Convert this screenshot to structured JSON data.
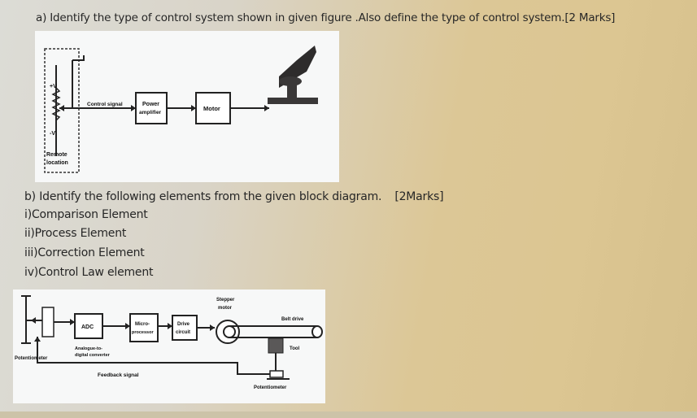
{
  "question_a": "a) Identify the type of control system shown in given figure .Also define the type of control system.[2 Marks]",
  "question_b": "b) Identify the following elements from the given block diagram.",
  "question_b_marks": "[2Marks]",
  "items": [
    "i)Comparison Element",
    "ii)Process Element",
    "iii)Correction Element",
    "iv)Control Law element"
  ],
  "figure1": {
    "plus_label": "+V",
    "minus_label": "-V",
    "control_signal": "Control signal",
    "power_amplifier_line1": "Power",
    "power_amplifier_line2": "amplifier",
    "motor": "Motor",
    "remote_line1": "Remote",
    "remote_line2": "location"
  },
  "figure2": {
    "stepper_line1": "Stepper",
    "stepper_line2": "motor",
    "adc": "ADC",
    "micro_line1": "Micro-",
    "micro_line2": "processor",
    "drive_line1": "Drive",
    "drive_line2": "circuit",
    "belt_drive": "Belt drive",
    "tool": "Tool",
    "potentiometer_left": "Potentiometer",
    "converter_line1": "Analogue-to-",
    "converter_line2": "digital converter",
    "feedback_signal": "Feedback signal",
    "potentiometer_right": "Potentiometer"
  }
}
